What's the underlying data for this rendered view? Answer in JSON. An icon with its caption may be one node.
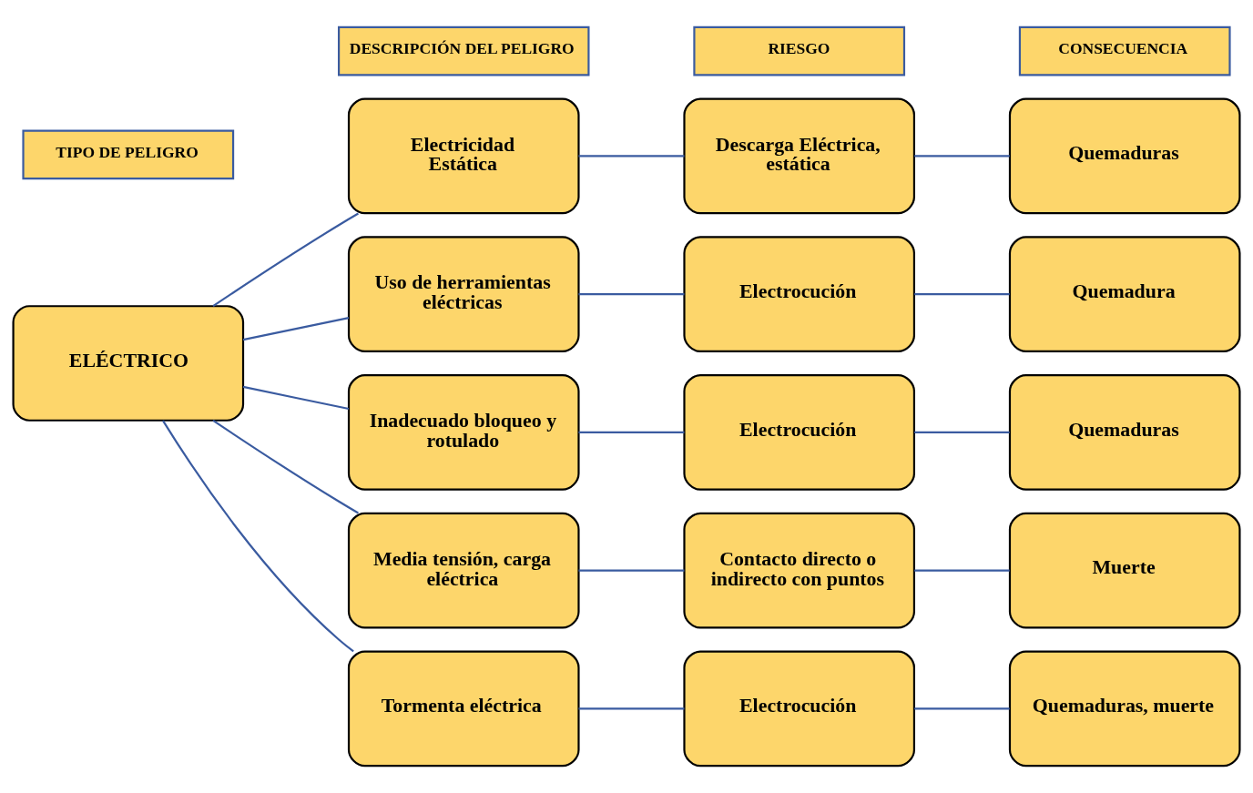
{
  "diagram": {
    "nodes": [
      {
        "text": [
          "TIPO DE PELIGRO"
        ]
      },
      {
        "text": [
          "DESCRIPCIÓN DEL PELIGRO"
        ]
      },
      {
        "text": [
          "RIESGO"
        ]
      },
      {
        "text": [
          "CONSECUENCIA"
        ]
      },
      {
        "text": [
          "ELÉCTRICO"
        ]
      },
      {
        "text": [
          "Electricidad Estática"
        ]
      },
      {
        "text": [
          "Uso de herramientas eléctricas"
        ]
      },
      {
        "text": [
          "Inadecuado bloqueo y rotulado"
        ]
      },
      {
        "text": [
          "Media tensión, carga eléctrica"
        ]
      },
      {
        "text": [
          "Tormenta eléctrica"
        ]
      },
      {
        "text": [
          "Descarga Eléctrica, estática"
        ]
      },
      {
        "text": [
          "Electrocución"
        ]
      },
      {
        "text": [
          "Electrocución"
        ]
      },
      {
        "text": [
          "Contacto directo o indirecto con puntos"
        ]
      },
      {
        "text": [
          "Electrocución"
        ]
      },
      {
        "text": [
          "Quemaduras"
        ]
      },
      {
        "text": [
          "Quemadura"
        ]
      },
      {
        "text": [
          "Quemaduras"
        ]
      },
      {
        "text": [
          "Muerte"
        ]
      },
      {
        "text": [
          "Quemaduras, muerte"
        ]
      }
    ],
    "edges": [
      {
        "from": 4,
        "to": 5,
        "arrow": "none"
      },
      {
        "from": 4,
        "to": 6,
        "arrow": "none"
      },
      {
        "from": 4,
        "to": 7,
        "arrow": "none"
      },
      {
        "from": 4,
        "to": 8,
        "arrow": "none"
      },
      {
        "from": 4,
        "to": 9,
        "arrow": "none"
      },
      {
        "from": 5,
        "to": 10,
        "arrow": "none"
      },
      {
        "from": 6,
        "to": 11,
        "arrow": "none"
      },
      {
        "from": 7,
        "to": 12,
        "arrow": "none"
      },
      {
        "from": 8,
        "to": 13,
        "arrow": "none"
      },
      {
        "from": 9,
        "to": 14,
        "arrow": "none"
      },
      {
        "from": 10,
        "to": 15,
        "arrow": "none"
      },
      {
        "from": 11,
        "to": 16,
        "arrow": "none"
      },
      {
        "from": 12,
        "to": 17,
        "arrow": "none"
      },
      {
        "from": 13,
        "to": 18,
        "arrow": "none"
      },
      {
        "from": 14,
        "to": 19,
        "arrow": "none"
      }
    ]
  }
}
